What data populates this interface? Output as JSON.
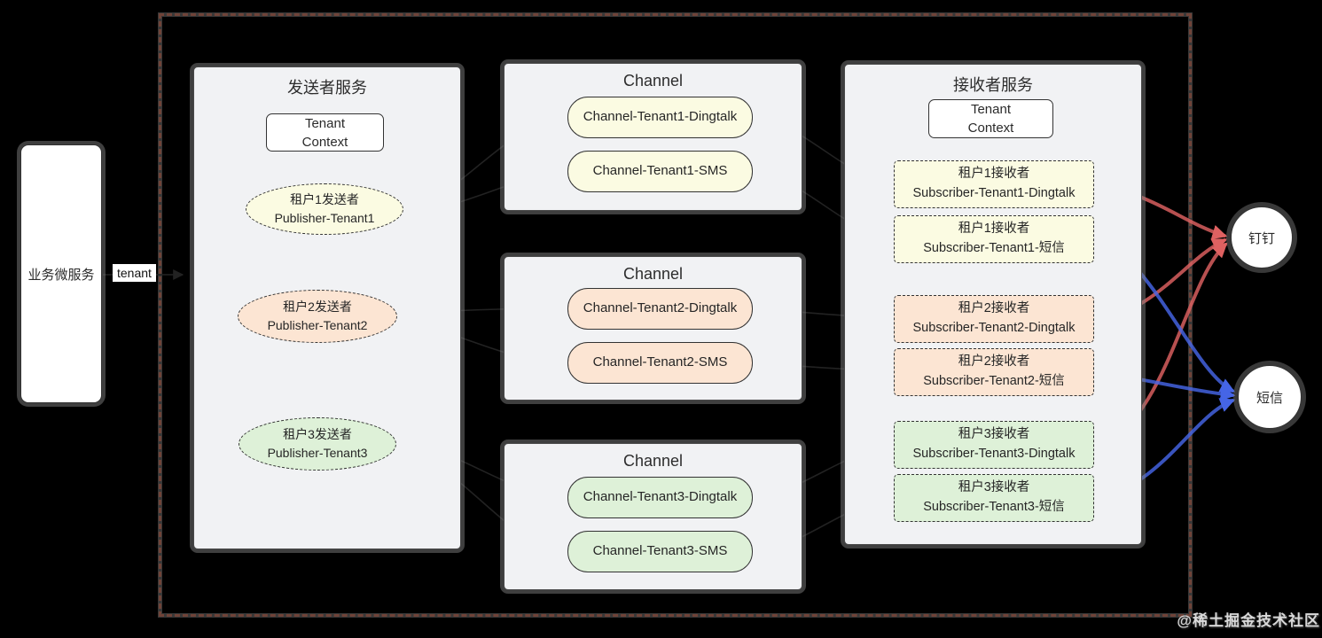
{
  "business_service": {
    "label": "业务微服务"
  },
  "edges": {
    "tenant_label": "tenant"
  },
  "sender_panel": {
    "title": "发送者服务",
    "tenant_context": "Tenant\nContext",
    "publishers": [
      {
        "line1": "租户1发送者",
        "line2": "Publisher-Tenant1"
      },
      {
        "line1": "租户2发送者",
        "line2": "Publisher-Tenant2"
      },
      {
        "line1": "租户3发送者",
        "line2": "Publisher-Tenant3"
      }
    ]
  },
  "channel_panels": [
    {
      "title": "Channel",
      "nodes": [
        {
          "label": "Channel-Tenant1-Dingtalk"
        },
        {
          "label": "Channel-Tenant1-SMS"
        }
      ]
    },
    {
      "title": "Channel",
      "nodes": [
        {
          "label": "Channel-Tenant2-Dingtalk"
        },
        {
          "label": "Channel-Tenant2-SMS"
        }
      ]
    },
    {
      "title": "Channel",
      "nodes": [
        {
          "label": "Channel-Tenant3-Dingtalk"
        },
        {
          "label": "Channel-Tenant3-SMS"
        }
      ]
    }
  ],
  "receiver_panel": {
    "title": "接收者服务",
    "tenant_context": "Tenant\nContext",
    "subscribers": [
      {
        "line1": "租户1接收者",
        "line2": "Subscriber-Tenant1-Dingtalk"
      },
      {
        "line1": "租户1接收者",
        "line2": "Subscriber-Tenant1-短信"
      },
      {
        "line1": "租户2接收者",
        "line2": "Subscriber-Tenant2-Dingtalk"
      },
      {
        "line1": "租户2接收者",
        "line2": "Subscriber-Tenant2-短信"
      },
      {
        "line1": "租户3接收者",
        "line2": "Subscriber-Tenant3-Dingtalk"
      },
      {
        "line1": "租户3接收者",
        "line2": "Subscriber-Tenant3-短信"
      }
    ]
  },
  "targets": [
    {
      "label": "钉钉"
    },
    {
      "label": "短信"
    }
  ],
  "watermark": "@稀土掘金技术社区",
  "colors": {
    "tenant1_fill": "#fbfbe2",
    "tenant2_fill": "#fce5d3",
    "tenant3_fill": "#def1d8",
    "panel_fill": "#f1f2f4",
    "dingtalk_edge_red": "#df6161",
    "sms_edge_blue": "#4565e6",
    "frame_dash_red": "#6f4338"
  }
}
